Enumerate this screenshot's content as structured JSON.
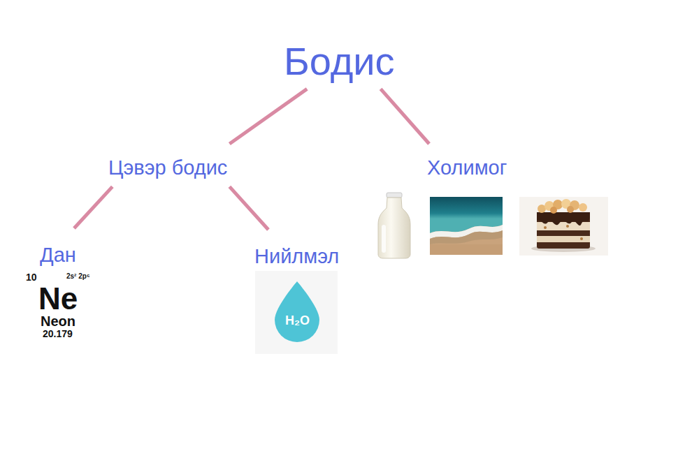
{
  "diagram": {
    "nodes": [
      {
        "text": [
          "Бодис"
        ]
      },
      {
        "text": [
          "Цэвэр бодис"
        ]
      },
      {
        "text": [
          "Холимог"
        ]
      },
      {
        "text": [
          "Дан"
        ]
      },
      {
        "text": [
          "Нийлмэл"
        ]
      }
    ],
    "edges": [
      {
        "from": 0,
        "to": 1,
        "arrow": "none"
      },
      {
        "from": 0,
        "to": 2,
        "arrow": "none"
      },
      {
        "from": 1,
        "to": 3,
        "arrow": "none"
      },
      {
        "from": 1,
        "to": 4,
        "arrow": "none"
      }
    ],
    "labels": [
      "10",
      "2s² 2p⁶",
      "Ne",
      "Neon",
      "20.179",
      "H₂O"
    ]
  }
}
